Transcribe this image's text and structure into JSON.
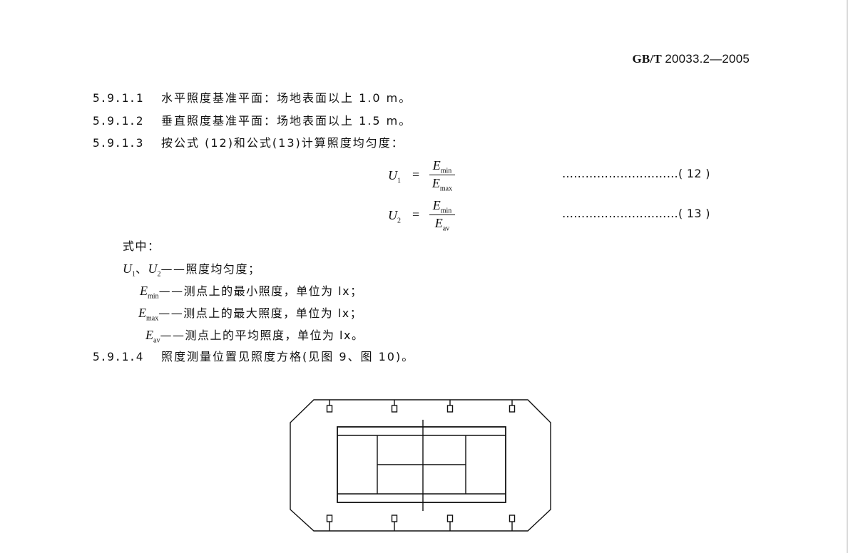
{
  "header": {
    "standard_prefix": "GB/T",
    "standard_number": "20033.2—2005"
  },
  "clauses": [
    {
      "number": "5.9.1.1",
      "text": "水平照度基准平面：场地表面以上 1.0 m。"
    },
    {
      "number": "5.9.1.2",
      "text": "垂直照度基准平面：场地表面以上 1.5 m。"
    },
    {
      "number": "5.9.1.3",
      "text": "按公式 (12)和公式(13)计算照度均匀度："
    }
  ],
  "formulas": [
    {
      "lhs": "U",
      "lhs_sub": "1",
      "eq": "=",
      "num": "E",
      "num_sub": "min",
      "den": "E",
      "den_sub": "max",
      "leader": "…………………………",
      "ref": "( 12 )"
    },
    {
      "lhs": "U",
      "lhs_sub": "2",
      "eq": "=",
      "num": "E",
      "num_sub": "min",
      "den": "E",
      "den_sub": "av",
      "leader": "…………………………",
      "ref": "( 13 )"
    }
  ],
  "where": {
    "title": "式中：",
    "u_sym_1": "U",
    "u_sub_1": "1",
    "u_sep": "、",
    "u_sym_2": "U",
    "u_sub_2": "2",
    "u_desc": "——照度均匀度；",
    "items": [
      {
        "sym": "E",
        "sub": "min",
        "desc": "——测点上的最小照度，单位为 lx；"
      },
      {
        "sym": "E",
        "sub": "max",
        "desc": "——测点上的最大照度，单位为 lx；"
      },
      {
        "sym": "E",
        "sub": "av",
        "desc": "——测点上的平均照度，单位为 lx。"
      }
    ]
  },
  "clause_last": {
    "number": "5.9.1.4",
    "text": "照度测量位置见照度方格(见图 9、图 10)。"
  }
}
